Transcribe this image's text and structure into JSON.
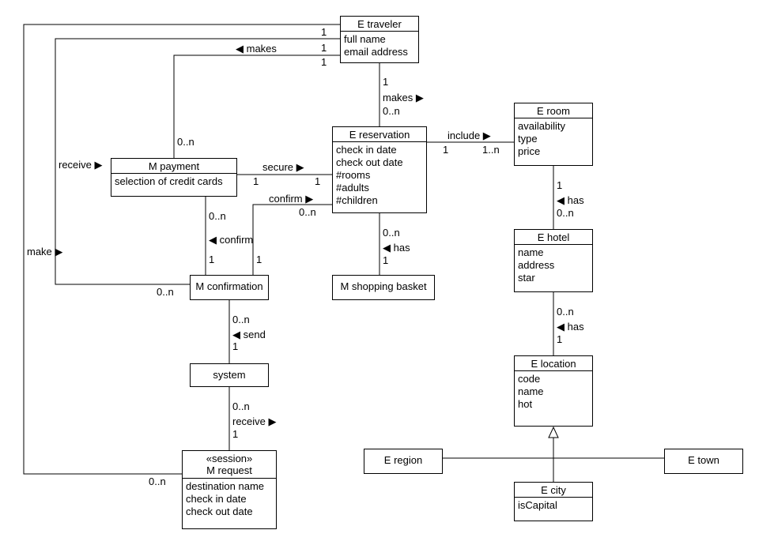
{
  "classes": {
    "traveler": {
      "name": "E traveler",
      "attrs": [
        "full name",
        "email address"
      ]
    },
    "reservation": {
      "name": "E reservation",
      "attrs": [
        "check in date",
        "check out date",
        "#rooms",
        "#adults",
        "#children"
      ]
    },
    "room": {
      "name": "E room",
      "attrs": [
        "availability",
        "type",
        "price"
      ]
    },
    "hotel": {
      "name": "E hotel",
      "attrs": [
        "name",
        "address",
        "star"
      ]
    },
    "location": {
      "name": "E location",
      "attrs": [
        "code",
        "name",
        "hot"
      ]
    },
    "payment": {
      "name": "M payment",
      "attrs": [
        "selection of credit cards"
      ]
    },
    "confirmation": {
      "name": "M confirmation"
    },
    "basket": {
      "name": "M shopping basket"
    },
    "system": {
      "name": "system"
    },
    "request": {
      "stereotype": "«session»",
      "name": "M request",
      "attrs": [
        "destination name",
        "check in date",
        "check out date"
      ]
    },
    "region": {
      "name": "E region"
    },
    "town": {
      "name": "E town"
    },
    "city": {
      "name": "E city",
      "attrs": [
        "isCapital"
      ]
    }
  },
  "associations": {
    "makes_top": "◀ makes",
    "makes_res": "makes ▶",
    "include": "include ▶",
    "secure": "secure ▶",
    "confirm_res": "confirm ▶",
    "confirm_pay": "◀ confirm",
    "has_basket": "◀ has",
    "has_room": "◀ has",
    "has_hotel": "◀ has",
    "send": "◀ send",
    "receive_sys": "receive ▶",
    "receive_left": "receive ▶",
    "make_left": "make ▶"
  },
  "multiplicities": {
    "t1": "1",
    "t2": "1",
    "t3": "1",
    "res_top_1": "1",
    "res_top_0n": "0..n",
    "incl_1": "1",
    "incl_1n": "1..n",
    "pay_0n": "0..n",
    "sec_1a": "1",
    "sec_1b": "1",
    "conf_0n": "0..n",
    "pay_conf_0n": "0..n",
    "pay_conf_1": "1",
    "conf_1": "1",
    "bask_0n": "0..n",
    "bask_1": "1",
    "room_1": "1",
    "hotel_0n": "0..n",
    "hotel_loc_0n": "0..n",
    "loc_1": "1",
    "confirm_left_0n": "0..n",
    "send_0n": "0..n",
    "send_1": "1",
    "recv_0n": "0..n",
    "recv_1": "1",
    "req_0n": "0..n"
  }
}
